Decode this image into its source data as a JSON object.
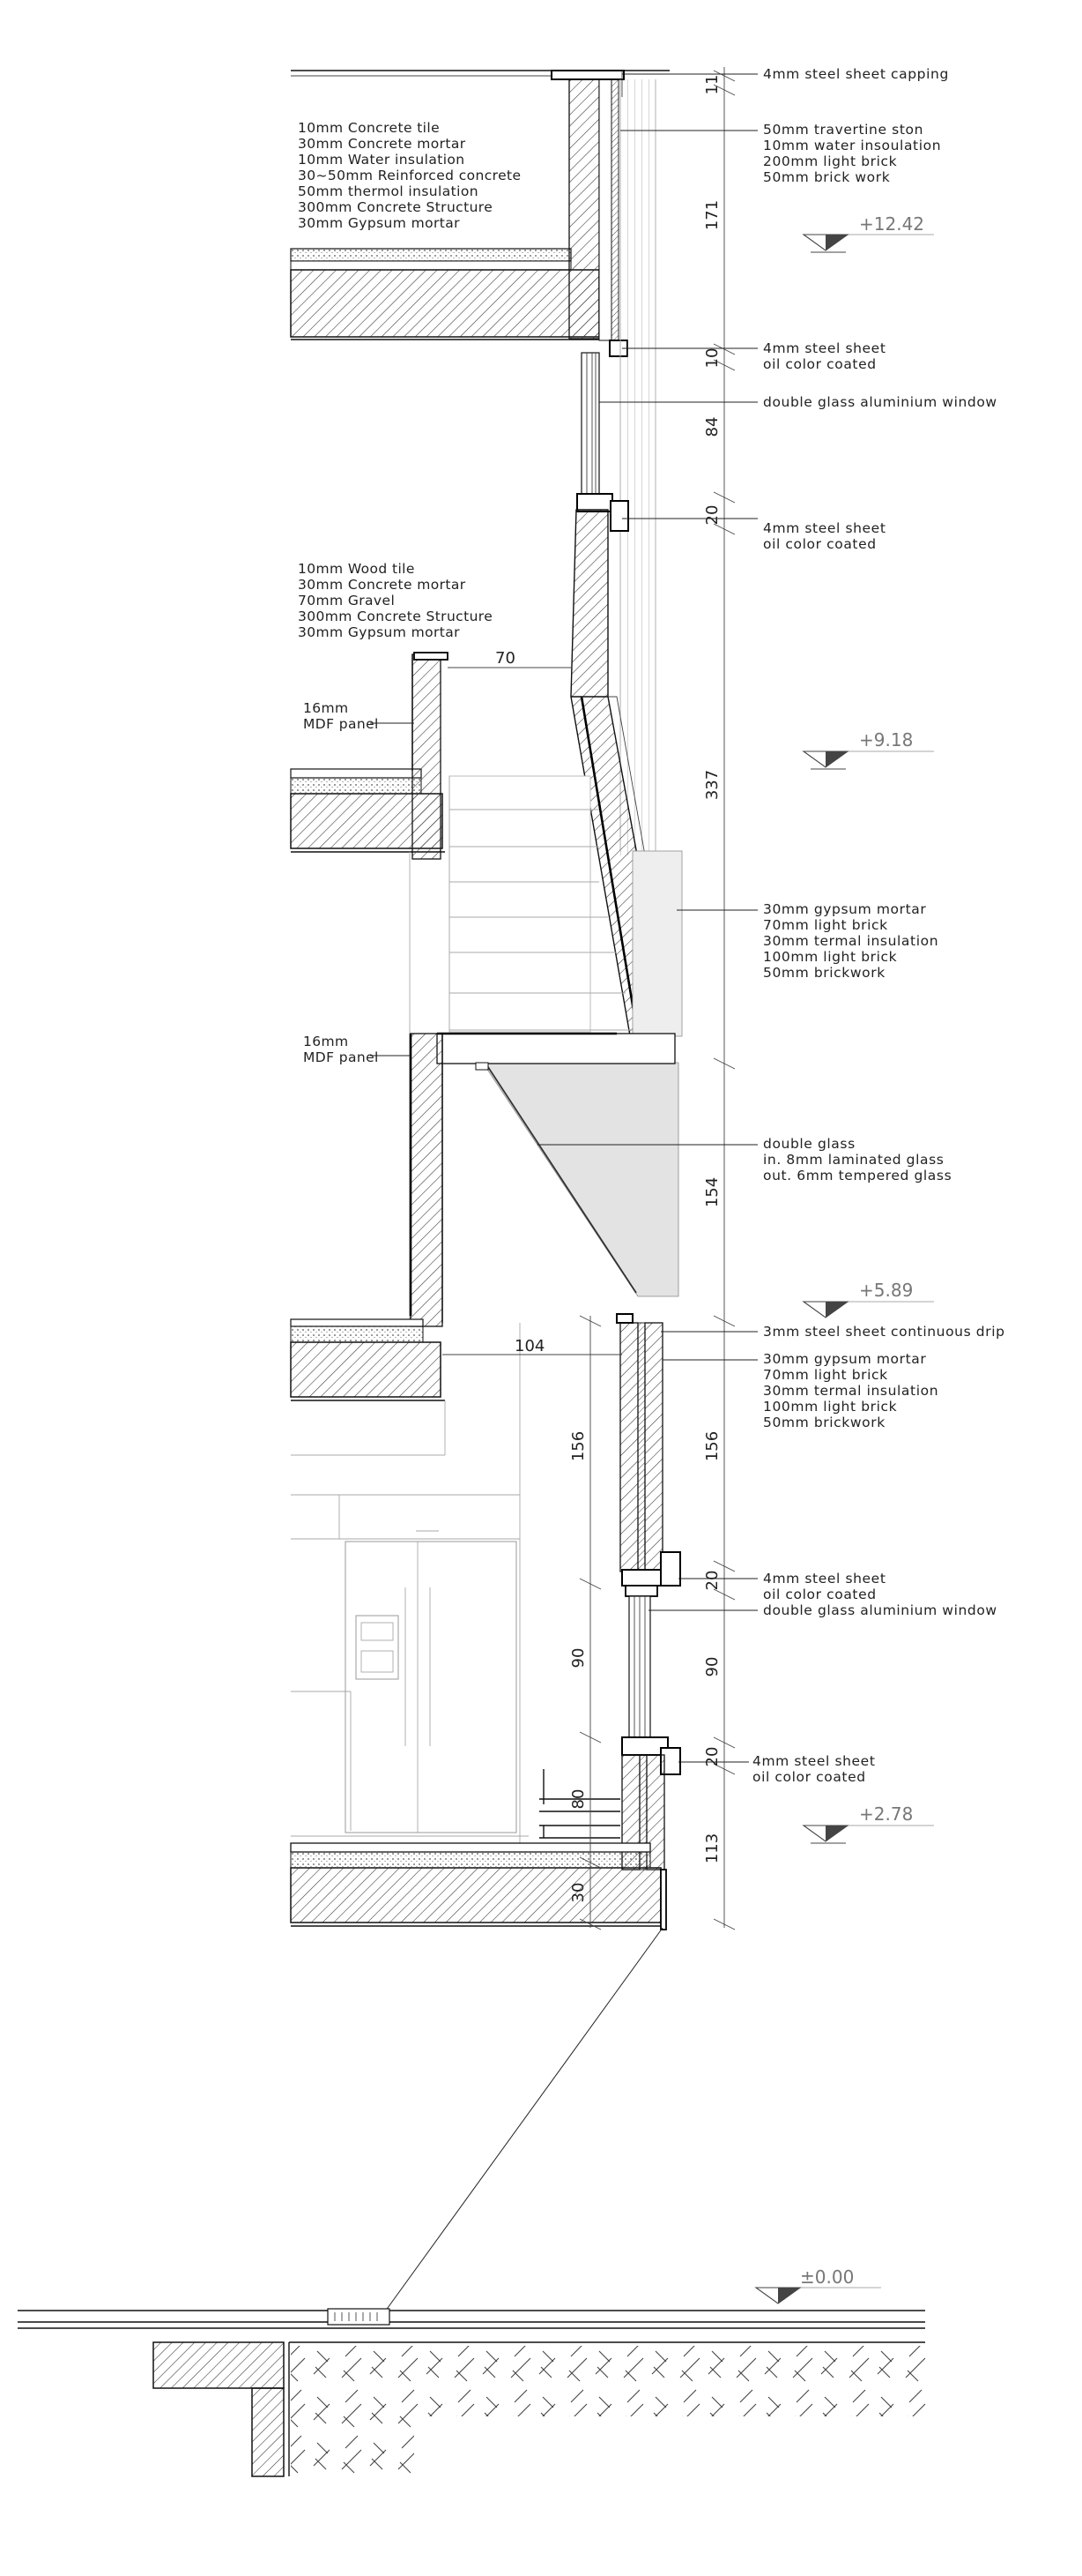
{
  "roof_layers": [
    "10mm   Concrete tile",
    "30mm   Concrete mortar",
    "10mm   Water insulation",
    "30~50mm   Reinforced concrete",
    "50mm   thermol insulation",
    "300mm  Concrete Structure",
    "30mm   Gypsum mortar"
  ],
  "floor_layers": [
    "10mm   Wood tile",
    "30mm   Concrete mortar",
    "70mm   Gravel",
    "300mm  Concrete Structure",
    "30mm   Gypsum mortar"
  ],
  "mdf_label_1": [
    "16mm",
    "MDF panel"
  ],
  "mdf_label_2": [
    "16mm",
    "MDF panel"
  ],
  "callouts": [
    {
      "id": "capping",
      "lines": [
        "4mm  steel  sheet  capping"
      ]
    },
    {
      "id": "parapet-wall",
      "lines": [
        "50mm  travertine  ston",
        "10mm  water  insoulation",
        "200mm  light  brick",
        "50mm  brick  work"
      ]
    },
    {
      "id": "steel-sheet-1",
      "lines": [
        "4mm  steel  sheet",
        "oil  color  coated"
      ]
    },
    {
      "id": "window-1",
      "lines": [
        "double  glass  aluminium  window"
      ]
    },
    {
      "id": "steel-sheet-2",
      "lines": [
        "4mm  steel  sheet",
        "oil  color  coated"
      ]
    },
    {
      "id": "slanted-wall",
      "lines": [
        "30mm  gypsum  mortar",
        "70mm  light  brick",
        "30mm  termal  insulation",
        "100mm  light  brick",
        "50mm  brickwork"
      ]
    },
    {
      "id": "skylight-glass",
      "lines": [
        "double  glass",
        "in.  8mm  laminated  glass",
        "out.  6mm  tempered  glass"
      ]
    },
    {
      "id": "drip",
      "lines": [
        "3mm  steel  sheet  continuous  drip"
      ]
    },
    {
      "id": "lower-wall",
      "lines": [
        "30mm  gypsum  mortar",
        "70mm  light  brick",
        "30mm  termal  insulation",
        "100mm  light  brick",
        "50mm  brickwork"
      ]
    },
    {
      "id": "steel-sheet-3",
      "lines": [
        "4mm  steel  sheet",
        "oil  color  coated"
      ]
    },
    {
      "id": "window-2",
      "lines": [
        "double  glass  aluminium  window"
      ]
    },
    {
      "id": "steel-sheet-4",
      "lines": [
        "4mm  steel  sheet",
        "oil  color  coated"
      ]
    }
  ],
  "levels": [
    "+12.42",
    "+9.18",
    "+5.89",
    "+2.78",
    "±0.00"
  ],
  "dims_right": [
    "11",
    "171",
    "10",
    "84",
    "20",
    "337",
    "154",
    "156",
    "20",
    "90",
    "20",
    "113"
  ],
  "dims_inner": [
    "156",
    "90",
    "80",
    "30"
  ],
  "dims_horizontal": [
    "70",
    "104"
  ]
}
